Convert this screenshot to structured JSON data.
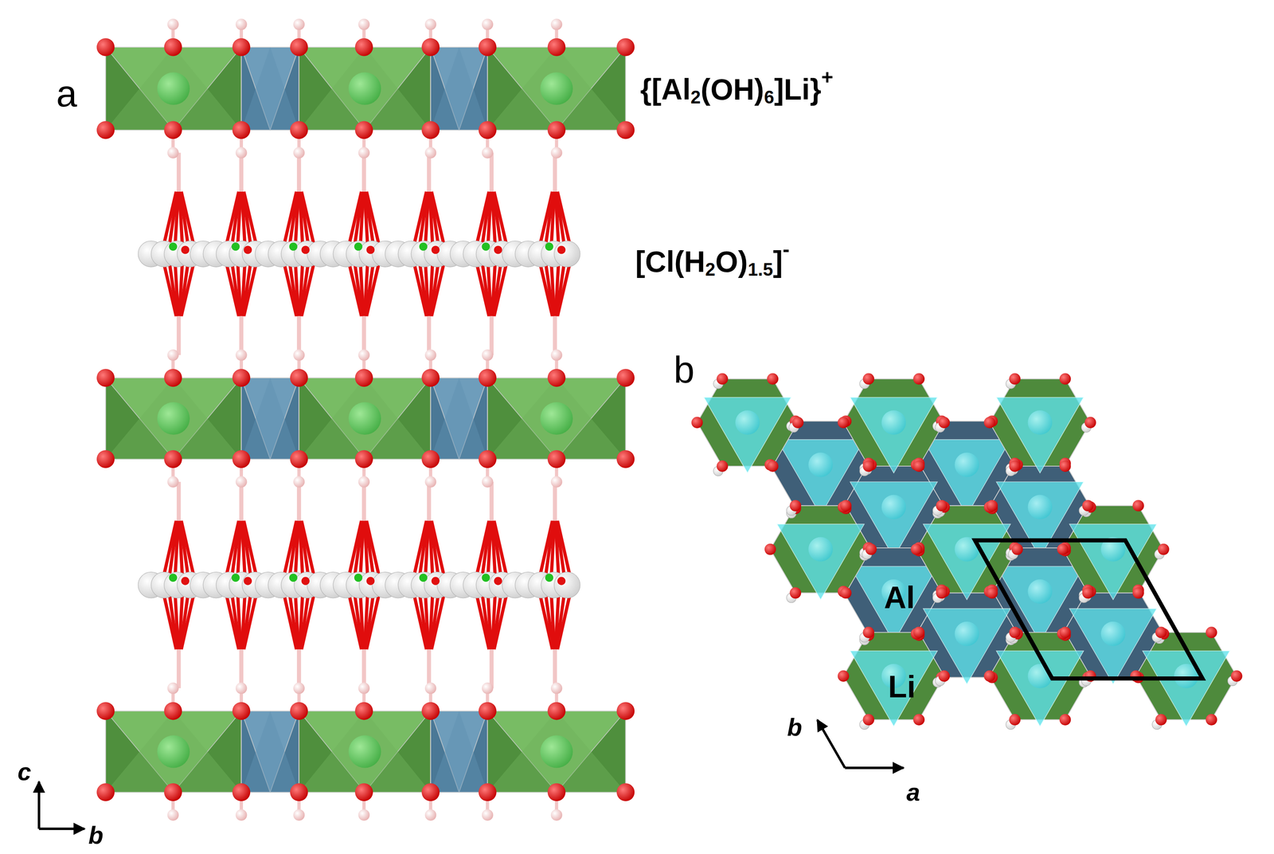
{
  "diagram": {
    "labels": [
      "a",
      "{[Al2(OH)6]Li}+",
      "[Cl(H2O)1.5]-",
      "b",
      "Al",
      "Li",
      "c",
      "b",
      "b",
      "a"
    ]
  }
}
